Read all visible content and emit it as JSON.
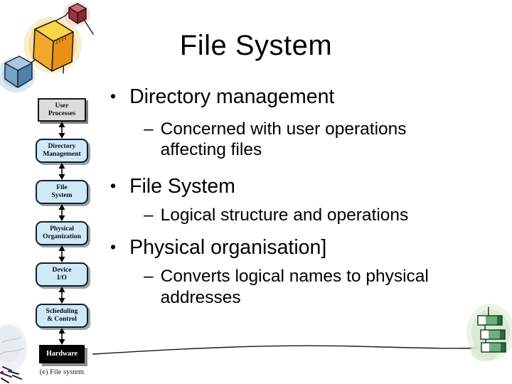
{
  "slide": {
    "title": "File System",
    "bullet_glyph": "•",
    "dash_glyph": "–",
    "bullets": [
      {
        "label": "Directory management",
        "sub": "Concerned with user operations affecting files"
      },
      {
        "label": "File System",
        "sub": "Logical structure and operations"
      },
      {
        "label": "Physical organisation]",
        "sub": "Converts logical names to physical addresses"
      }
    ]
  },
  "diagram": {
    "caption": "(e) File system",
    "nodes": [
      {
        "line1": "User",
        "line2": "Processes"
      },
      {
        "line1": "Directory",
        "line2": "Management"
      },
      {
        "line1": "File",
        "line2": "System"
      },
      {
        "line1": "Physical",
        "line2": "Organization"
      },
      {
        "line1": "Device",
        "line2": "I/O"
      },
      {
        "line1": "Scheduling",
        "line2": "& Control"
      },
      {
        "line1": "Hardware",
        "line2": ""
      }
    ]
  },
  "colors": {
    "layer_box_fill": "#cfe9f6",
    "user_box_fill": "#dcdcdc",
    "hardware_box_fill": "#040404",
    "box_shadow": "#9ba3a9",
    "cube_yellow": "#fcd449",
    "cube_orange": "#f2a82a",
    "cube_blue": "#76a3c6",
    "cube_red": "#a53140",
    "disk_green": "#6fae83",
    "text": "#000000"
  }
}
